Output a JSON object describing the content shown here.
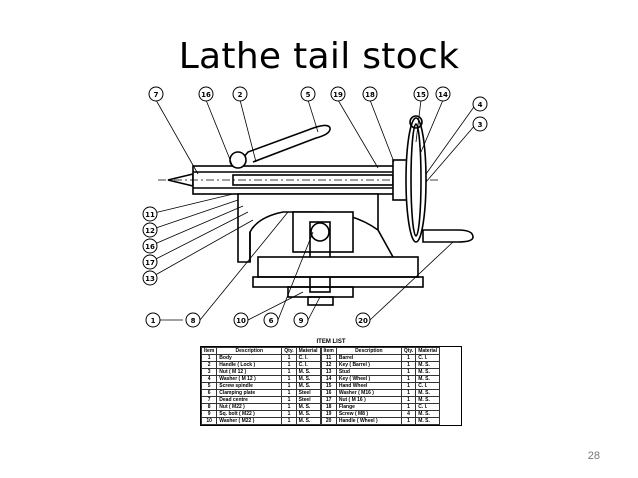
{
  "slide": {
    "title": "Lathe tail stock",
    "page_number": "28"
  },
  "diagram": {
    "callouts_top": [
      "7",
      "16",
      "2",
      "5",
      "19",
      "18",
      "15",
      "14"
    ],
    "callouts_right": [
      "4",
      "3"
    ],
    "callouts_left": [
      "11",
      "12",
      "16",
      "17",
      "13"
    ],
    "callouts_bottom": [
      "1",
      "8",
      "10",
      "6",
      "9",
      "20"
    ]
  },
  "item_list": {
    "title": "ITEM LIST",
    "headers": [
      "Item",
      "Description",
      "Qty.",
      "Material"
    ],
    "left_rows": [
      [
        "1",
        "Body",
        "1",
        "C. I."
      ],
      [
        "2",
        "Handle ( Lock )",
        "1",
        "C. I."
      ],
      [
        "3",
        "Nut ( M 12 )",
        "1",
        "M. S."
      ],
      [
        "4",
        "Washer ( M 12 )",
        "1",
        "M. S."
      ],
      [
        "5",
        "Screw spindle",
        "1",
        "M. S."
      ],
      [
        "6",
        "Clamping plate",
        "1",
        "Steel"
      ],
      [
        "7",
        "Dead centre",
        "1",
        "Steel"
      ],
      [
        "8",
        "Nut ( M22 )",
        "1",
        "M. S."
      ],
      [
        "9",
        "Sq. bolt ( M22 )",
        "1",
        "M. S."
      ],
      [
        "10",
        "Washer ( M22 )",
        "1",
        "M. S."
      ]
    ],
    "right_rows": [
      [
        "11",
        "Barrel",
        "1",
        "C. I."
      ],
      [
        "12",
        "Key ( Barrel )",
        "1",
        "M. S."
      ],
      [
        "13",
        "Stud",
        "1",
        "M. S."
      ],
      [
        "14",
        "Key ( Wheel )",
        "1",
        "M. S."
      ],
      [
        "15",
        "Hand Wheel",
        "1",
        "C. I."
      ],
      [
        "16",
        "Washer ( M16 )",
        "1",
        "M. S."
      ],
      [
        "17",
        "Nut ( M 16 )",
        "1",
        "M. S."
      ],
      [
        "18",
        "Flange",
        "1",
        "C. I."
      ],
      [
        "19",
        "Screw ( M8 )",
        "4",
        "M. S."
      ],
      [
        "20",
        "Handle ( Wheel )",
        "1",
        "M. S."
      ]
    ]
  }
}
